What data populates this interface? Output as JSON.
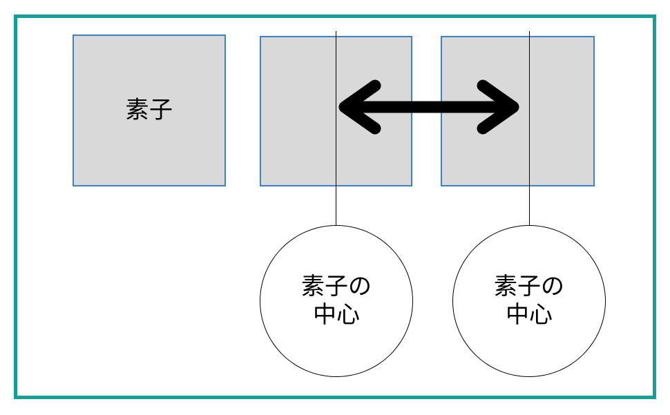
{
  "diagram": {
    "title": "素子の中心間距離図",
    "frame_color": "#13a195",
    "block_fill_color": "#d9d9d9",
    "block_border_color": "#3b83c6",
    "line_color": "#000000",
    "arrow_color": "#000000",
    "blocks": [
      {
        "id": "block-1",
        "label": "素子"
      },
      {
        "id": "block-2",
        "label": ""
      },
      {
        "id": "block-3",
        "label": ""
      }
    ],
    "center_lines": [
      {
        "id": "center-line-1"
      },
      {
        "id": "center-line-2"
      }
    ],
    "callouts": [
      {
        "id": "circle-1",
        "label": "素子の\n中心"
      },
      {
        "id": "circle-2",
        "label": "素子の\n中心"
      }
    ],
    "arrow": {
      "name": "double-headed-arrow",
      "direction": "horizontal-both",
      "meaning": "素子の中心間距離"
    }
  }
}
